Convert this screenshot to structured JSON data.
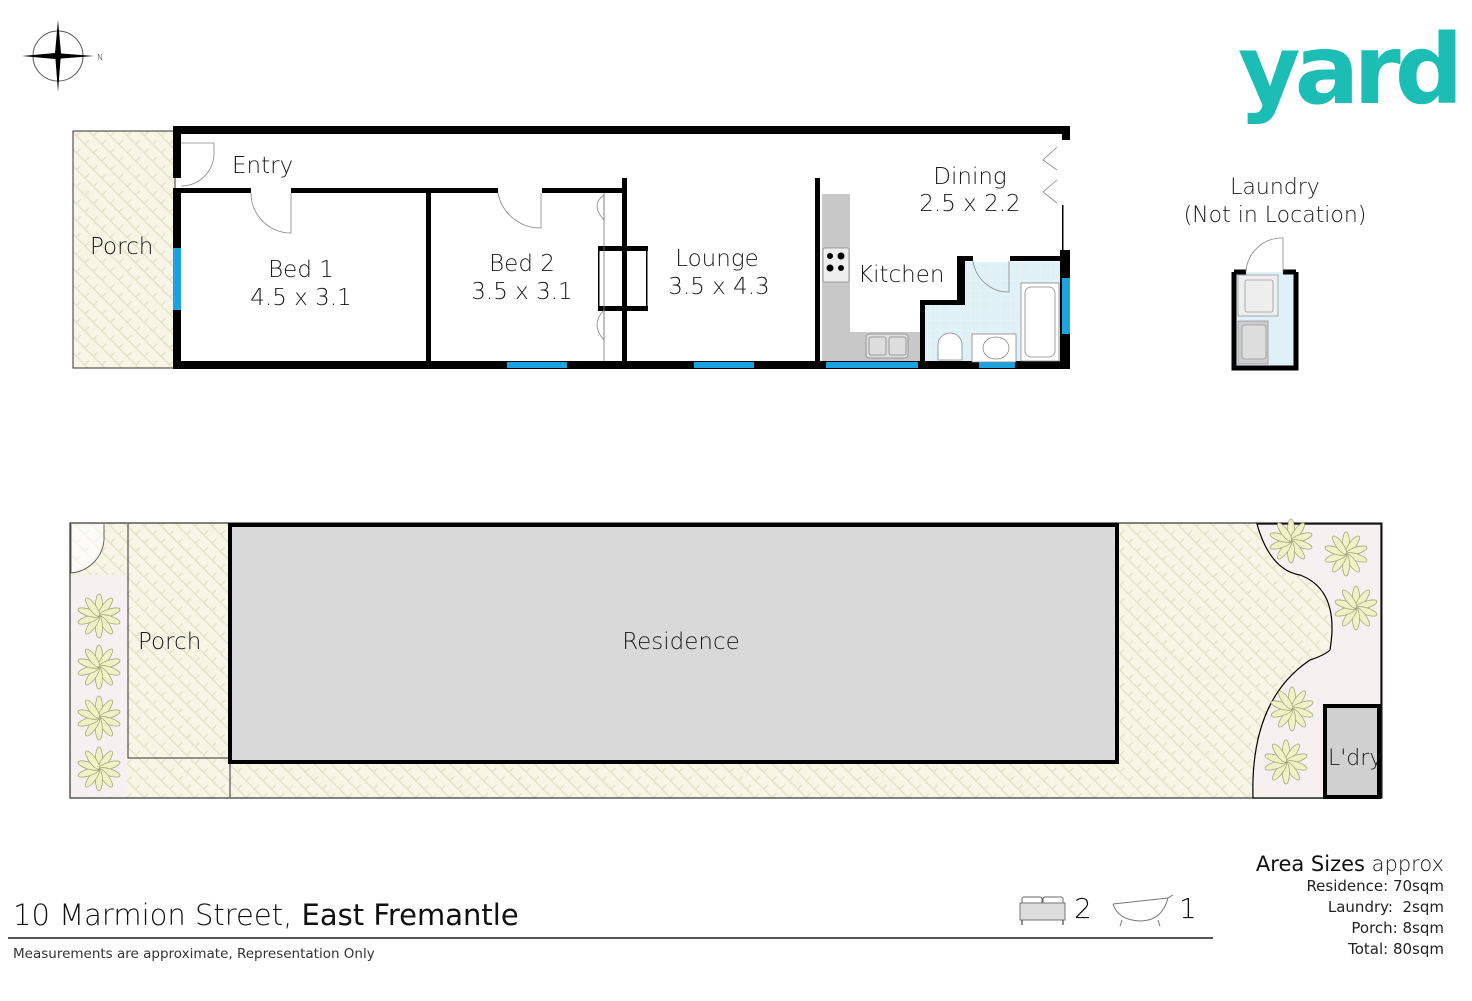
{
  "brand": {
    "name": "yard",
    "color": "#1bbdb5"
  },
  "compass": {
    "label": "N"
  },
  "floor_plan": {
    "rooms": [
      {
        "name": "Entry",
        "size": ""
      },
      {
        "name": "Porch",
        "size": ""
      },
      {
        "name": "Bed 1",
        "size": "4.5 x 3.1"
      },
      {
        "name": "Bed 2",
        "size": "3.5 x 3.1"
      },
      {
        "name": "Lounge",
        "size": "3.5 x 4.3"
      },
      {
        "name": "Dining",
        "size": "2.5 x 2.2"
      },
      {
        "name": "Kitchen",
        "size": ""
      }
    ],
    "laundry": {
      "title": "Laundry",
      "note": "(Not in Location)"
    }
  },
  "site_plan": {
    "porch_label": "Porch",
    "residence_label": "Residence",
    "laundry_label": "L'dry"
  },
  "footer": {
    "address_street": "10 Marmion Street,",
    "address_city": "East Fremantle",
    "disclaimer": "Measurements are approximate, Representation Only",
    "bedrooms": "2",
    "bathrooms": "1",
    "area_title": "Area Sizes",
    "area_title_suffix": "approx",
    "areas": [
      "Residence: 70sqm",
      "Laundry:  2sqm",
      "Porch: 8sqm",
      "Total: 80sqm"
    ]
  },
  "colors": {
    "wall": "#000000",
    "window": "#1aa3e0",
    "paving": "#f7f5e6",
    "residence": "#d9d9d9",
    "wet_area": "#dff0f6",
    "bench": "#c8c8c8",
    "garden": "#f7f0f0",
    "plant": "#eef2c4"
  }
}
